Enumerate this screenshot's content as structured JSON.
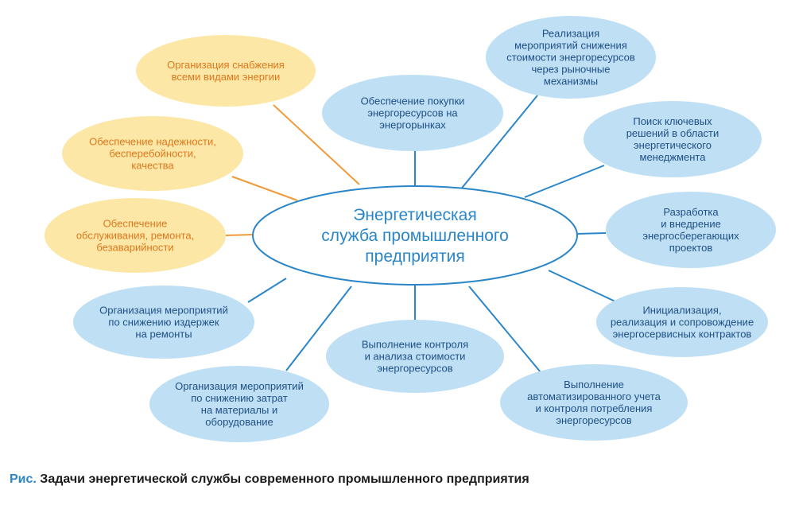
{
  "colors": {
    "blue_fill": "#bfe0f4",
    "blue_text": "#1f4f86",
    "blue_line": "#2a86c8",
    "orange_fill": "#fce7a6",
    "orange_text": "#e0781d",
    "orange_line": "#f19a3a",
    "center_stroke": "#2a86c8",
    "center_text": "#2a86c8"
  },
  "center": {
    "lines": [
      "Энергетическая",
      "служба промышленного",
      "предприятия"
    ]
  },
  "nodes": [
    {
      "id": "supply-organization",
      "tone": "orange",
      "lines": [
        "Организация снабжения",
        "всеми видами энергии"
      ]
    },
    {
      "id": "reliability",
      "tone": "orange",
      "lines": [
        "Обеспечение надежности,",
        "бесперебойности,",
        "качества"
      ]
    },
    {
      "id": "maintenance",
      "tone": "orange",
      "lines": [
        "Обеспечение",
        "обслуживания, ремонта,",
        "безаварийности"
      ]
    },
    {
      "id": "repair-costs",
      "tone": "blue",
      "lines": [
        "Организация мероприятий",
        "по снижению издержек",
        "на ремонты"
      ]
    },
    {
      "id": "materials-costs",
      "tone": "blue",
      "lines": [
        "Организация мероприятий",
        "по снижению затрат",
        "на материалы и",
        "оборудование"
      ]
    },
    {
      "id": "cost-control",
      "tone": "blue",
      "lines": [
        "Выполнение контроля",
        "и анализа стоимости",
        "энергоресурсов"
      ]
    },
    {
      "id": "metering",
      "tone": "blue",
      "lines": [
        "Выполнение",
        "автоматизированного учета",
        "и контроля потребления",
        "энергоресурсов"
      ]
    },
    {
      "id": "energy-service-contracts",
      "tone": "blue",
      "lines": [
        "Инициализация,",
        "реализация и сопровождение",
        "энергосервисных контрактов"
      ]
    },
    {
      "id": "energy-saving-projects",
      "tone": "blue",
      "lines": [
        "Разработка",
        "и внедрение",
        "энергосберегающих",
        "проектов"
      ]
    },
    {
      "id": "key-solutions",
      "tone": "blue",
      "lines": [
        "Поиск ключевых",
        "решений в области",
        "энергетического",
        "менеджмента"
      ]
    },
    {
      "id": "market-mechanisms",
      "tone": "blue",
      "lines": [
        "Реализация",
        "мероприятий снижения",
        "стоимости энергоресурсов",
        "через рыночные",
        "механизмы"
      ]
    },
    {
      "id": "purchase-markets",
      "tone": "blue",
      "lines": [
        "Обеспечение покупки",
        "энергоресурсов на",
        "энергорынках"
      ]
    }
  ],
  "caption": {
    "prefix": "Рис.",
    "text": " Задачи энергетической службы современного промышленного предприятия"
  }
}
